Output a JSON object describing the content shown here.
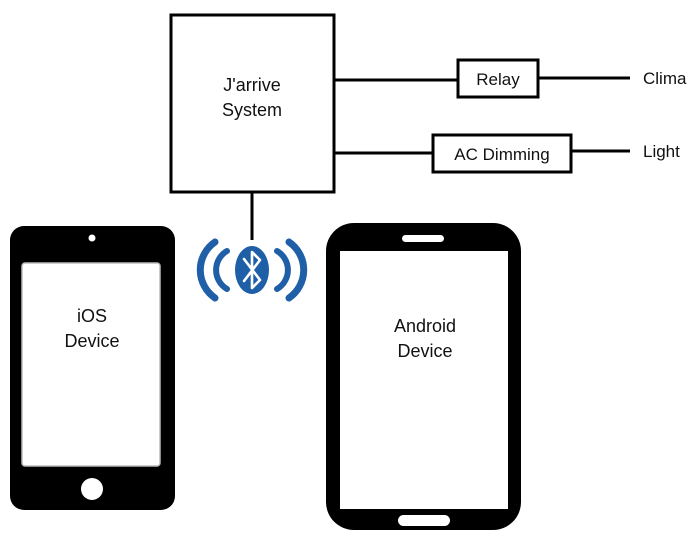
{
  "system": {
    "line1": "J'arrive",
    "line2": "System"
  },
  "relay": {
    "label": "Relay",
    "target": "Clima"
  },
  "dimming": {
    "label": "AC Dimming",
    "target": "Light"
  },
  "ios": {
    "line1": "iOS",
    "line2": "Device"
  },
  "android": {
    "line1": "Android",
    "line2": "Device"
  },
  "colors": {
    "line": "#000000",
    "bluetooth": "#1f5fa8",
    "screen": "#ffffff",
    "phone": "#000000"
  },
  "icons": {
    "bluetooth": "bluetooth-icon"
  }
}
